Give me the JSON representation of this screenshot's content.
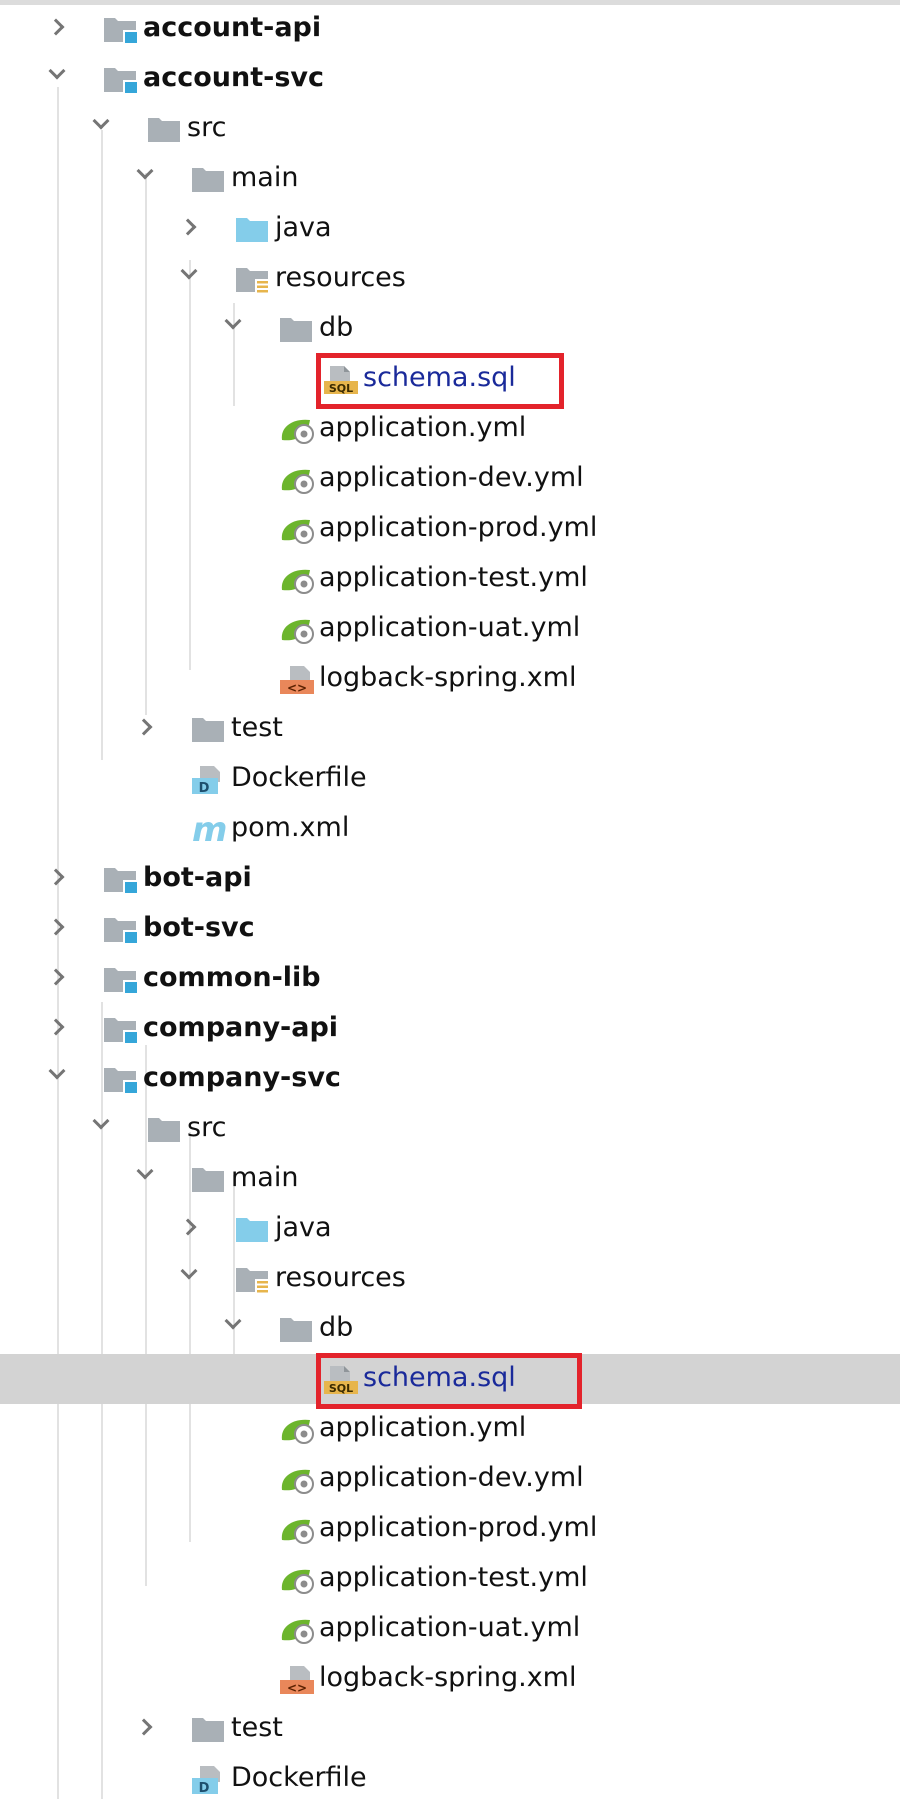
{
  "tree": [
    {
      "label": "account-api",
      "icon": "module-folder-icon",
      "depth": 0,
      "expander": "collapsed",
      "bold": true
    },
    {
      "label": "account-svc",
      "icon": "module-folder-icon",
      "depth": 0,
      "expander": "expanded",
      "bold": true
    },
    {
      "label": "src",
      "icon": "folder-icon",
      "depth": 1,
      "expander": "expanded"
    },
    {
      "label": "main",
      "icon": "folder-icon",
      "depth": 2,
      "expander": "expanded"
    },
    {
      "label": "java",
      "icon": "source-folder-icon",
      "depth": 3,
      "expander": "collapsed"
    },
    {
      "label": "resources",
      "icon": "resources-folder-icon",
      "depth": 3,
      "expander": "expanded"
    },
    {
      "label": "db",
      "icon": "folder-icon",
      "depth": 4,
      "expander": "expanded"
    },
    {
      "label": "schema.sql",
      "icon": "sql-file-icon",
      "depth": 5,
      "highlighted": true
    },
    {
      "label": "application.yml",
      "icon": "spring-yaml-icon",
      "depth": 4
    },
    {
      "label": "application-dev.yml",
      "icon": "spring-yaml-icon",
      "depth": 4
    },
    {
      "label": "application-prod.yml",
      "icon": "spring-yaml-icon",
      "depth": 4
    },
    {
      "label": "application-test.yml",
      "icon": "spring-yaml-icon",
      "depth": 4
    },
    {
      "label": "application-uat.yml",
      "icon": "spring-yaml-icon",
      "depth": 4
    },
    {
      "label": "logback-spring.xml",
      "icon": "xml-file-icon",
      "depth": 4
    },
    {
      "label": "test",
      "icon": "folder-icon",
      "depth": 2,
      "expander": "collapsed"
    },
    {
      "label": "Dockerfile",
      "icon": "dockerfile-icon",
      "depth": 2
    },
    {
      "label": "pom.xml",
      "icon": "maven-icon",
      "depth": 2
    },
    {
      "label": "bot-api",
      "icon": "module-folder-icon",
      "depth": 0,
      "expander": "collapsed",
      "bold": true
    },
    {
      "label": "bot-svc",
      "icon": "module-folder-icon",
      "depth": 0,
      "expander": "collapsed",
      "bold": true
    },
    {
      "label": "common-lib",
      "icon": "module-folder-icon",
      "depth": 0,
      "expander": "collapsed",
      "bold": true
    },
    {
      "label": "company-api",
      "icon": "module-folder-icon",
      "depth": 0,
      "expander": "collapsed",
      "bold": true
    },
    {
      "label": "company-svc",
      "icon": "module-folder-icon",
      "depth": 0,
      "expander": "expanded",
      "bold": true
    },
    {
      "label": "src",
      "icon": "folder-icon",
      "depth": 1,
      "expander": "expanded"
    },
    {
      "label": "main",
      "icon": "folder-icon",
      "depth": 2,
      "expander": "expanded"
    },
    {
      "label": "java",
      "icon": "source-folder-icon",
      "depth": 3,
      "expander": "collapsed"
    },
    {
      "label": "resources",
      "icon": "resources-folder-icon",
      "depth": 3,
      "expander": "expanded"
    },
    {
      "label": "db",
      "icon": "folder-icon",
      "depth": 4,
      "expander": "expanded"
    },
    {
      "label": "schema.sql",
      "icon": "sql-file-icon",
      "depth": 5,
      "highlighted": true,
      "selected": true
    },
    {
      "label": "application.yml",
      "icon": "spring-yaml-icon",
      "depth": 4
    },
    {
      "label": "application-dev.yml",
      "icon": "spring-yaml-icon",
      "depth": 4
    },
    {
      "label": "application-prod.yml",
      "icon": "spring-yaml-icon",
      "depth": 4
    },
    {
      "label": "application-test.yml",
      "icon": "spring-yaml-icon",
      "depth": 4
    },
    {
      "label": "application-uat.yml",
      "icon": "spring-yaml-icon",
      "depth": 4
    },
    {
      "label": "logback-spring.xml",
      "icon": "xml-file-icon",
      "depth": 4
    },
    {
      "label": "test",
      "icon": "folder-icon",
      "depth": 2,
      "expander": "collapsed"
    },
    {
      "label": "Dockerfile",
      "icon": "dockerfile-icon",
      "depth": 2
    }
  ],
  "colors": {
    "highlight_border": "#e3232b",
    "selection": "#d3d3d3",
    "sql_text": "#1a2a9a",
    "module_badge": "#35a6d9",
    "folder_gray": "#a9b0b6",
    "source_folder": "#84cdea",
    "spring_green": "#6cb52d",
    "xml_orange": "#e9875a",
    "sql_badge": "#e7b54c"
  },
  "icon_glyphs": {
    "maven_letter": "m",
    "dockerfile_letter": "D",
    "sql_badge": "SQL",
    "xml_badge": "<>"
  }
}
